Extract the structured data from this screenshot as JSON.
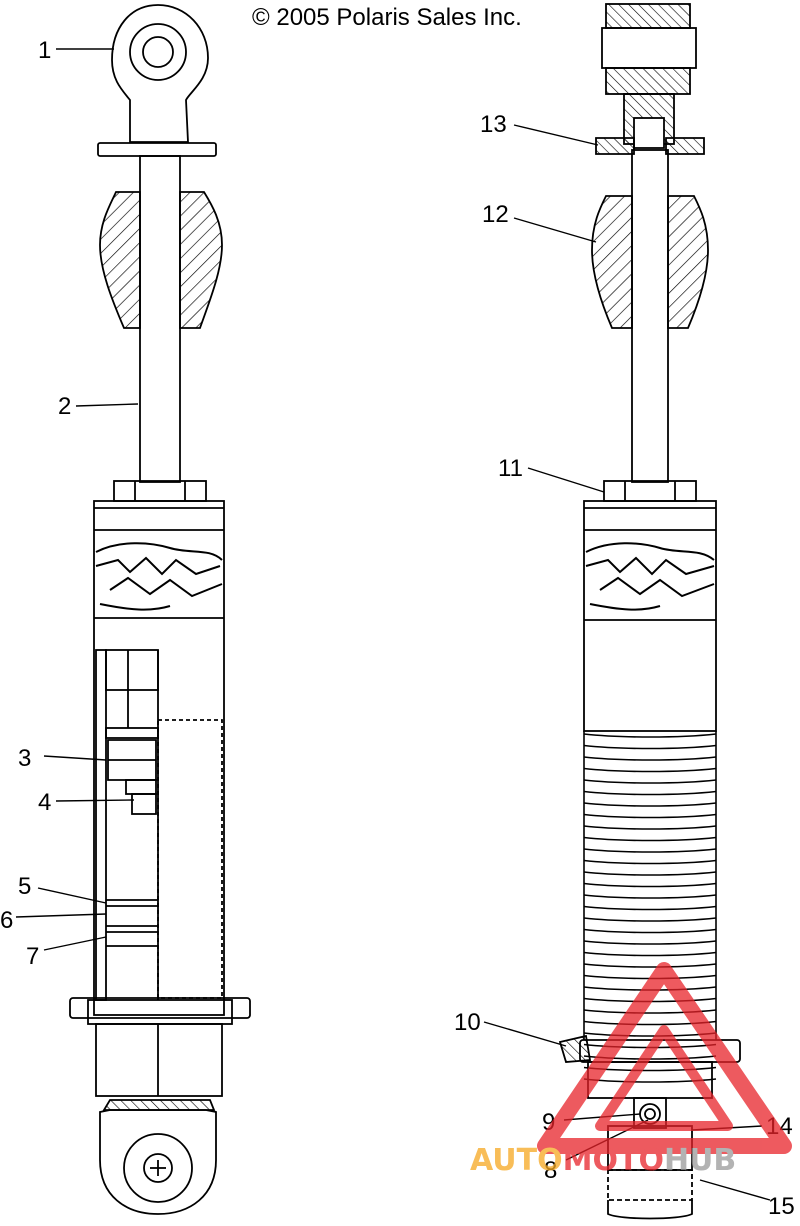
{
  "copyright": "© 2005 Polaris Sales Inc.",
  "callouts": [
    "1",
    "2",
    "3",
    "4",
    "5",
    "6",
    "7",
    "8",
    "9",
    "10",
    "11",
    "12",
    "13",
    "14",
    "15"
  ],
  "watermark": {
    "part1": "AUTO",
    "part2": "MOTO",
    "part3": "HUB",
    "colors": {
      "accent": "#e8232a",
      "orange": "#f6a821",
      "gray": "#9a9a9a"
    }
  }
}
